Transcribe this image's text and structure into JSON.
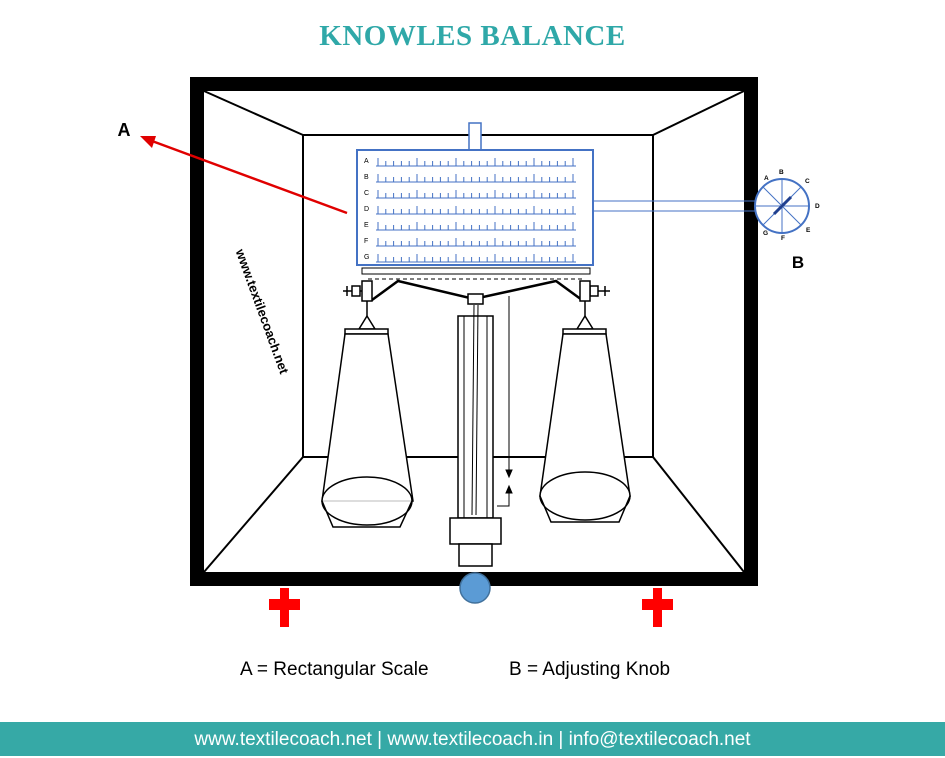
{
  "title": "KNOWLES BALANCE",
  "labels": {
    "a": "A",
    "b": "B"
  },
  "scale_rows": [
    "A",
    "B",
    "C",
    "D",
    "E",
    "F",
    "G"
  ],
  "knob_letters": [
    "A",
    "B",
    "C",
    "D",
    "E",
    "F",
    "G"
  ],
  "watermark": "www.textilecoach.net",
  "legend": {
    "a": "A = Rectangular Scale",
    "b": "B = Adjusting Knob"
  },
  "footer": "www.textilecoach.net | www.textilecoach.in | info@textilecoach.net",
  "colors": {
    "title": "#2fa8a8",
    "footer_bg": "#36a9a6",
    "scale_border": "#4472c4",
    "arrow": "#e00000",
    "cross": "#ff0000",
    "circle": "#5b9bd5"
  }
}
